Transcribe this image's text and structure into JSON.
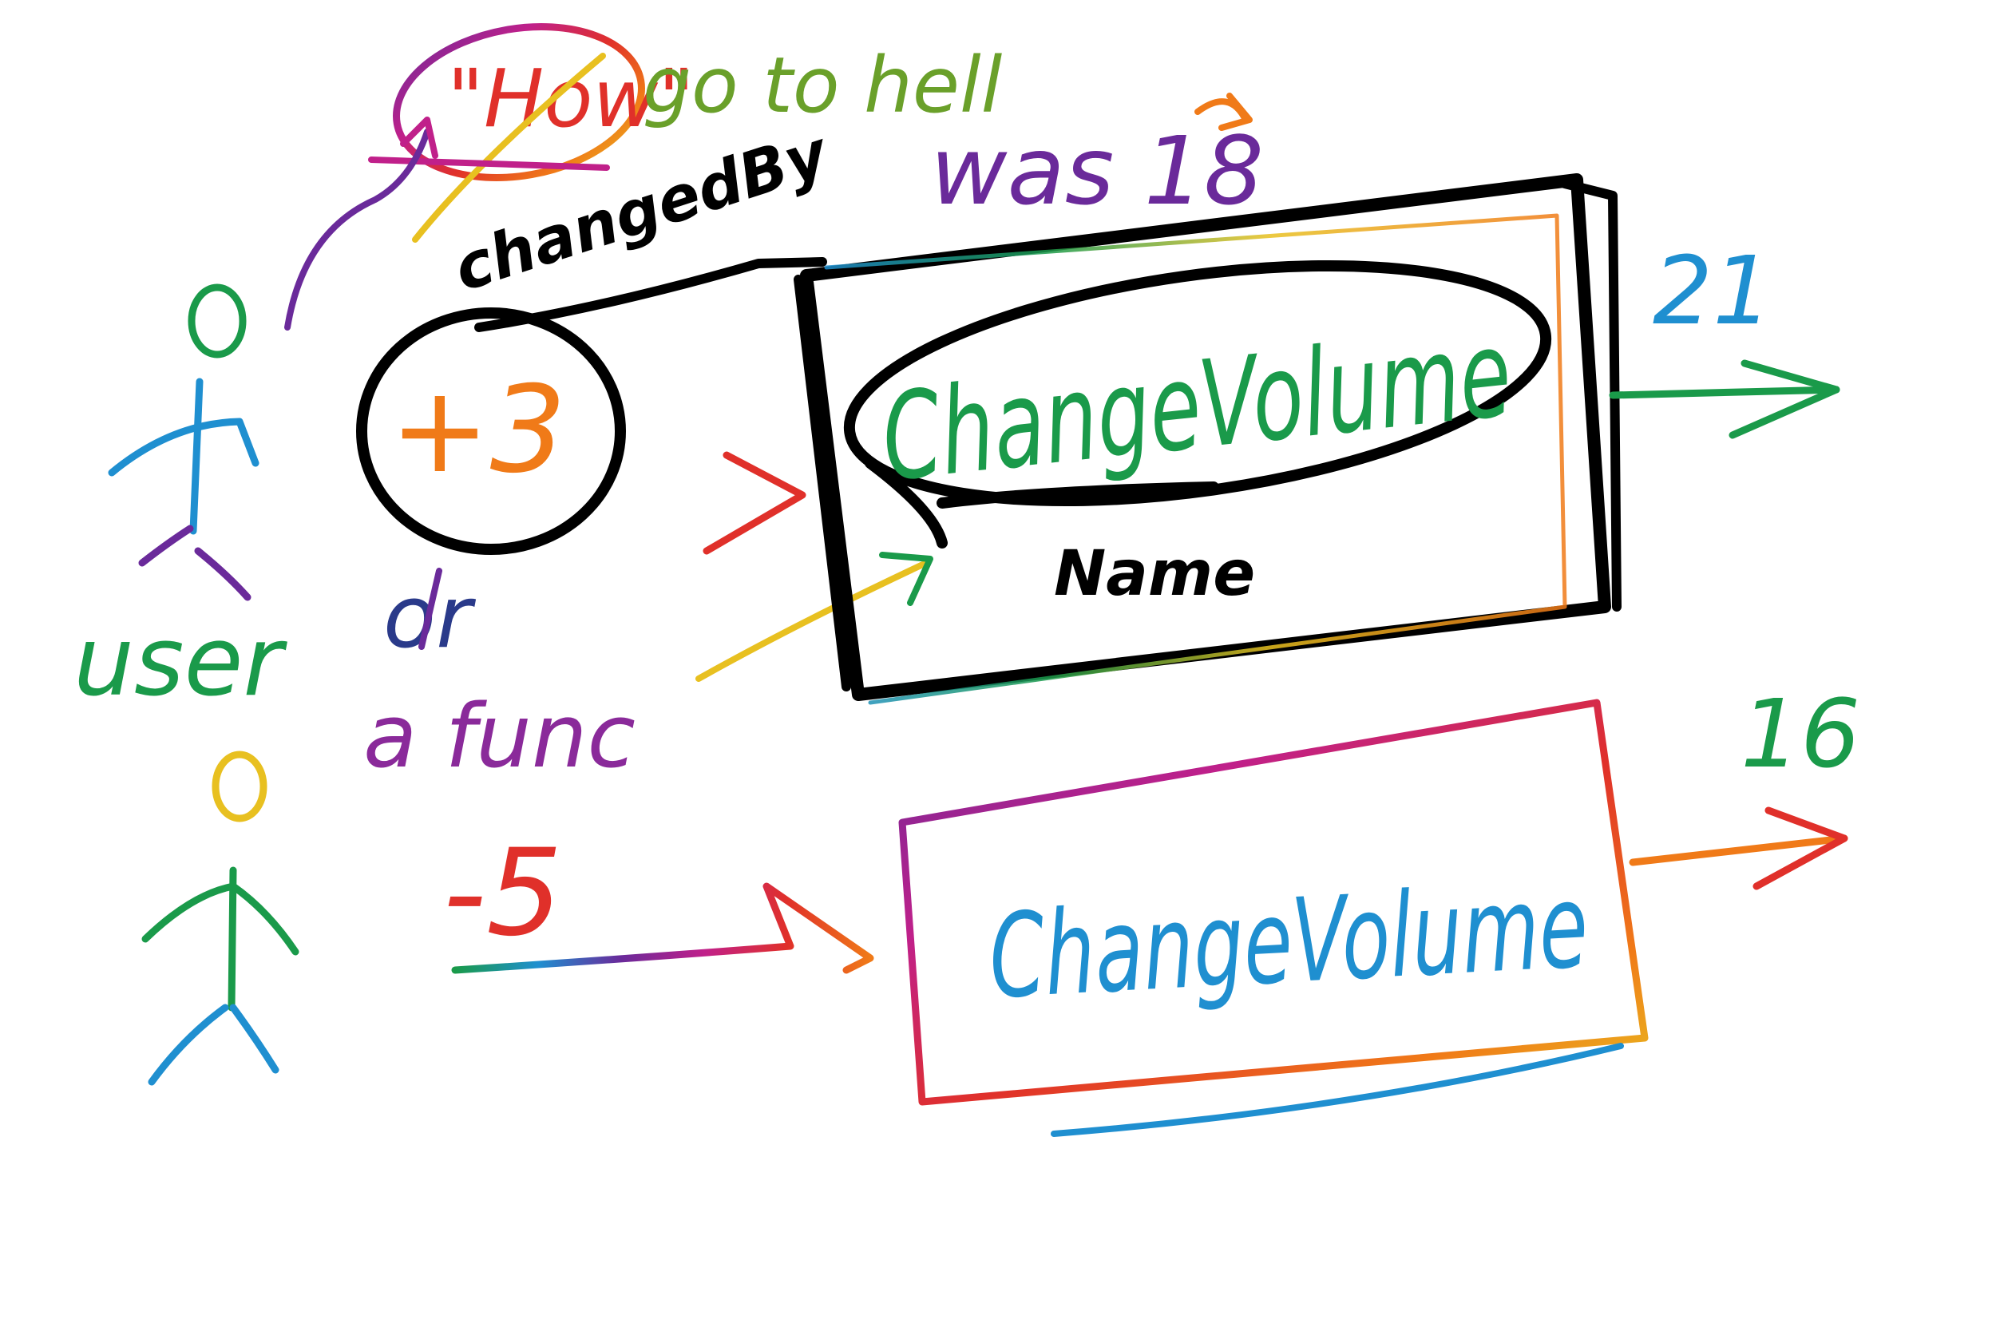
{
  "annotations": {
    "how_label": "\"How\"",
    "go_to_hell": "go to hell",
    "was_label": "was 18",
    "changed_by_label": "changedBy",
    "user_label": "user",
    "or_label": "or",
    "func_label": "a func",
    "name_label": "Name"
  },
  "diagram": {
    "top": {
      "input_value": "+3",
      "function_name": "ChangeVolume",
      "output_value": "21"
    },
    "bottom": {
      "input_value": "-5",
      "function_name": "ChangeVolume",
      "output_value": "16"
    }
  },
  "colors": {
    "ink_black": "#000000",
    "green": "#1a9a4a",
    "blue": "#1f8fd0",
    "purple": "#6a2a9a",
    "magenta": "#c0208a",
    "red": "#e0302a",
    "orange": "#f07a18",
    "yellow": "#e8c020"
  },
  "icons": {
    "person_top": "stick-figure-icon",
    "person_bottom": "stick-figure-icon"
  }
}
